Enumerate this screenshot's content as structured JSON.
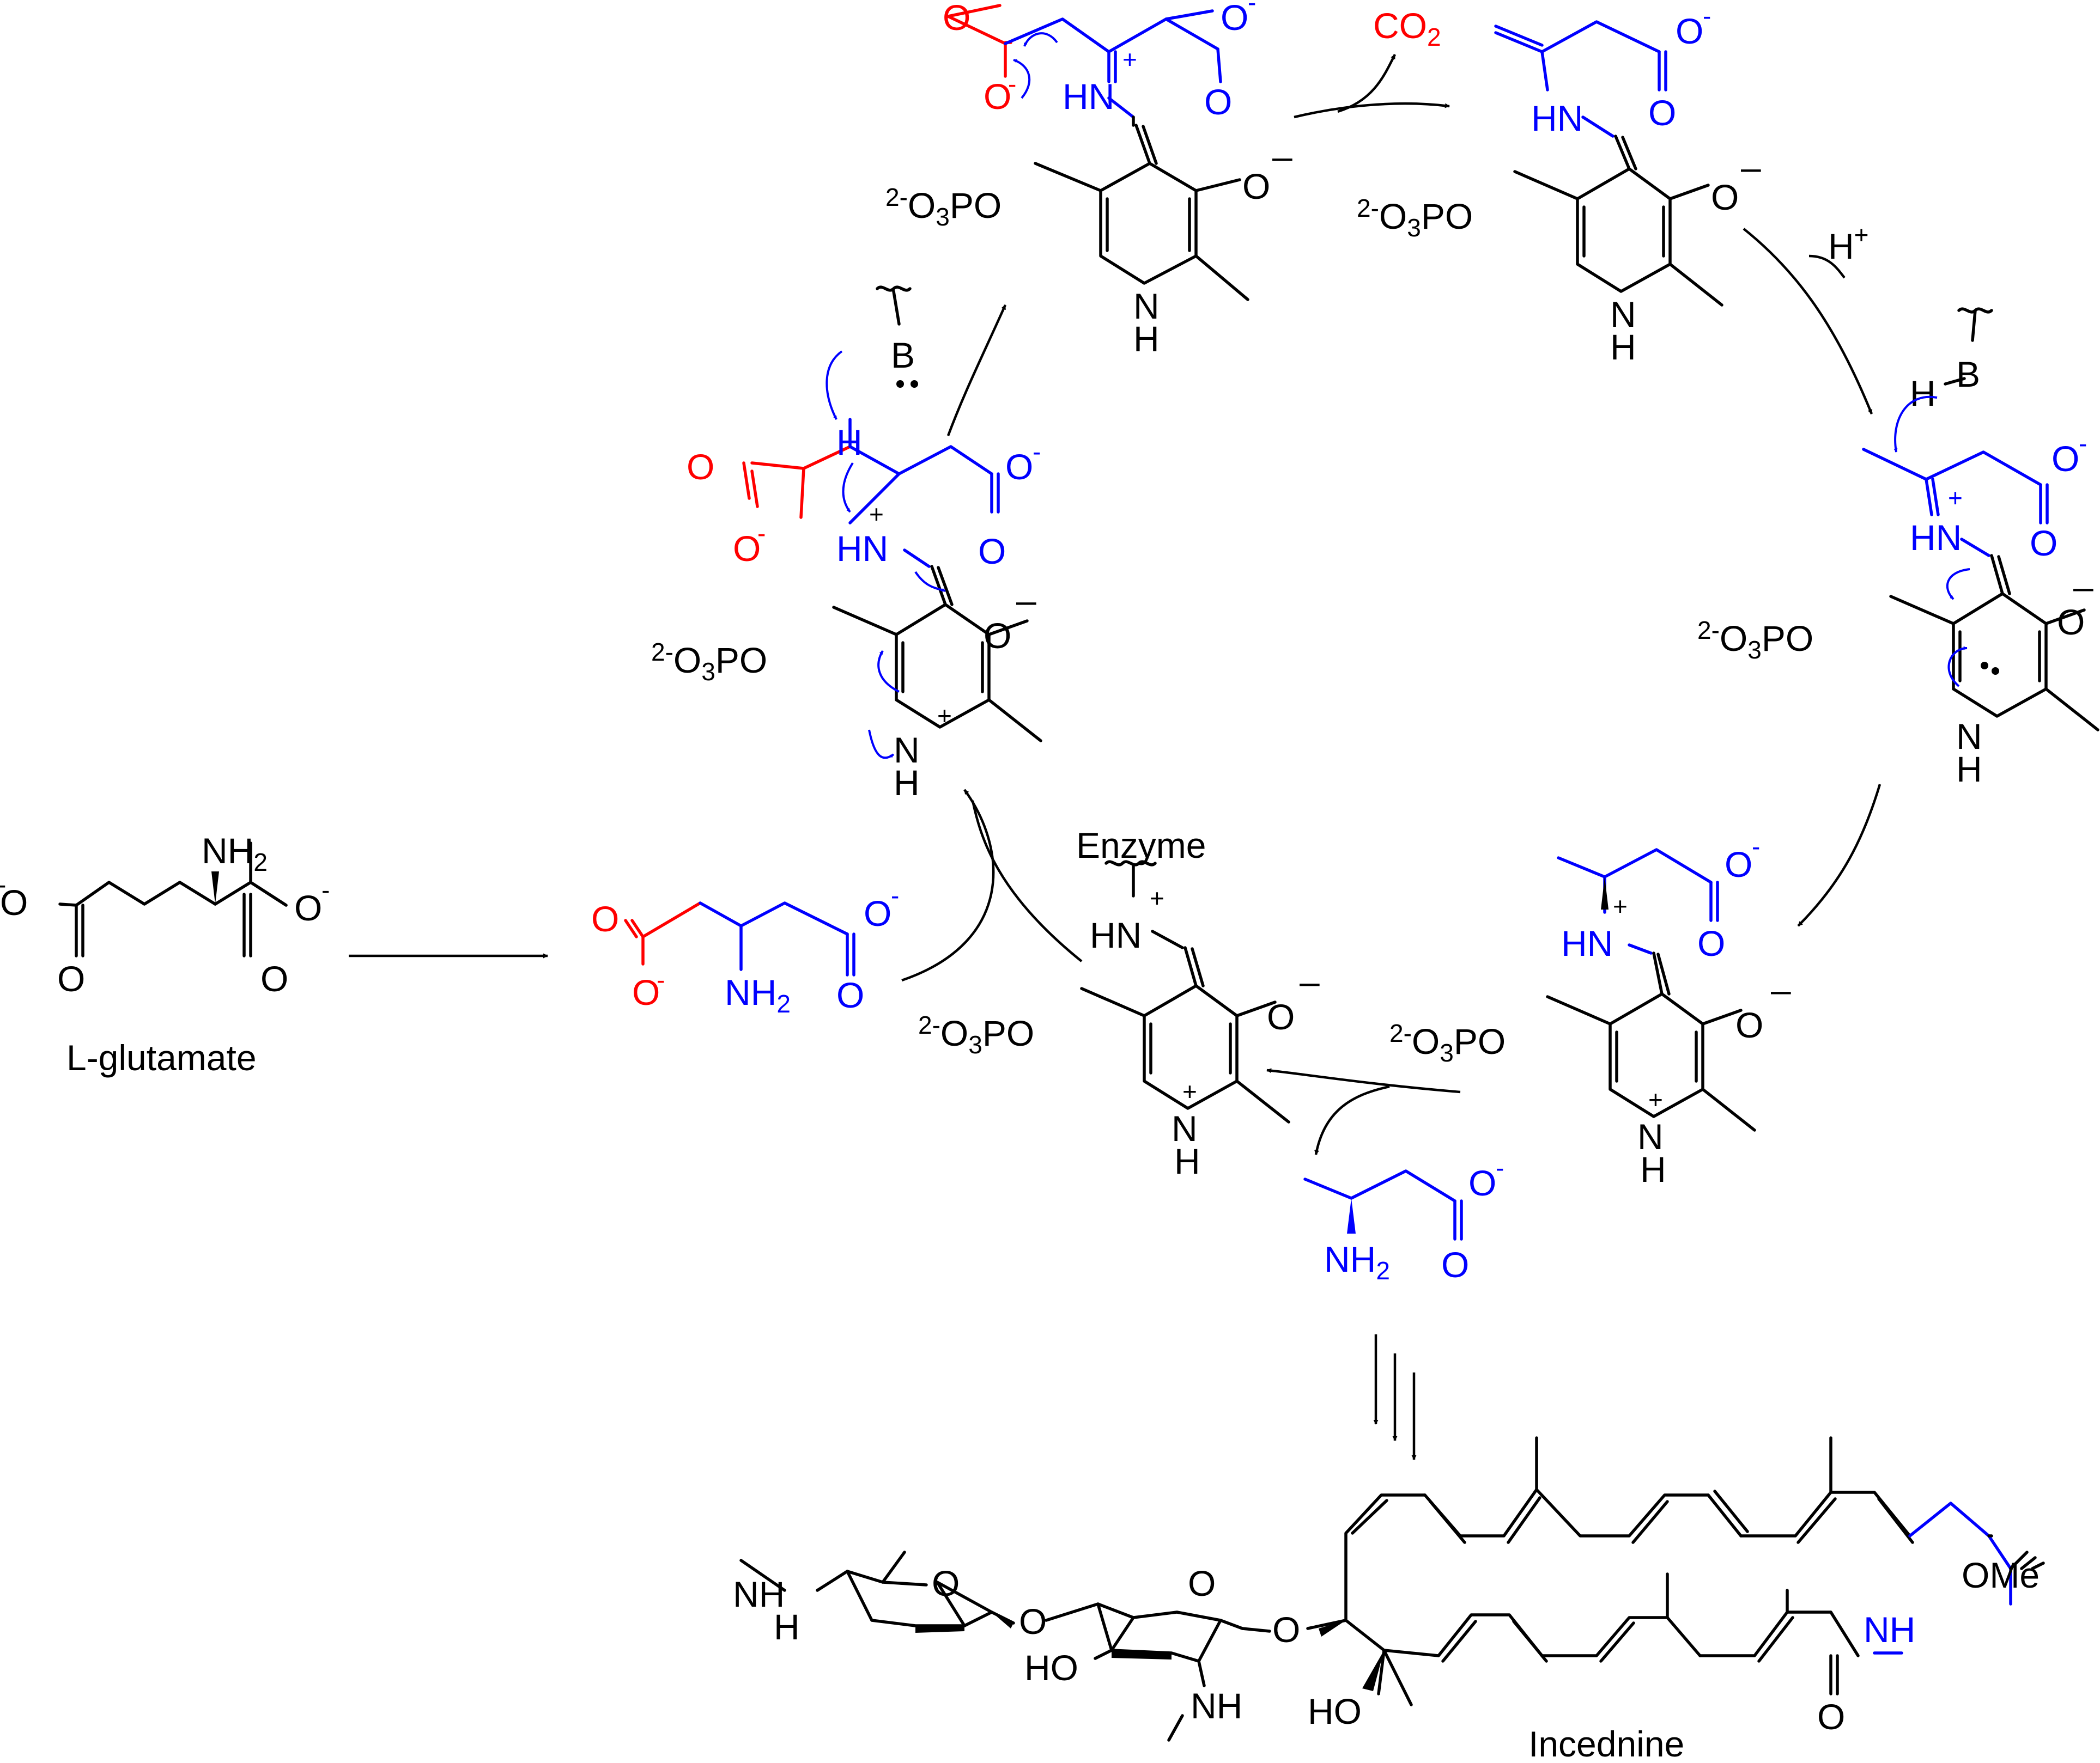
{
  "colors": {
    "black": "#000000",
    "blue": "#0000ff",
    "red": "#ff0000",
    "background": "#ffffff"
  },
  "compound_names": {
    "glutamate": "L-glutamate",
    "product": "Incednine"
  },
  "labels": {
    "carbon_dioxide": "CO",
    "carbon_dioxide_sub": "2",
    "proton": "H",
    "proton_sup": "+",
    "enzyme": "Enzyme",
    "base": "B",
    "phosphate_charge": "2-",
    "phosphate_o": "O",
    "phosphate_sub": "3",
    "phosphate_po": "PO",
    "amino": "NH",
    "amino_sub": "2",
    "imine_nh": "HN",
    "ring_n": "N",
    "ring_h": "H",
    "oxygen": "O",
    "anion": "-",
    "minus": "–",
    "plus": "+",
    "hydrogen": "H",
    "hydroxyl": "HO",
    "methoxy": "OMe",
    "amide_nh": "NH",
    "sugar_nh": "NH"
  }
}
